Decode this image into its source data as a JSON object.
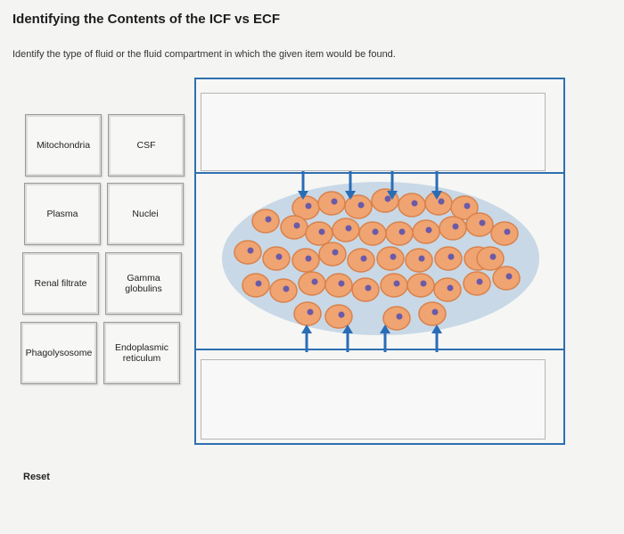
{
  "header": {
    "title": "Identifying the Contents of the ICF vs ECF",
    "instructions": "Identify the type of fluid or the fluid compartment in which the given item would be found."
  },
  "tiles": [
    {
      "label": "Mitochondria"
    },
    {
      "label": "CSF"
    },
    {
      "label": "Plasma"
    },
    {
      "label": "Nuclei"
    },
    {
      "label": "Renal filtrate"
    },
    {
      "label": "Gamma globulins"
    },
    {
      "label": "Phagolysosome"
    },
    {
      "label": "Endoplasmic reticulum"
    }
  ],
  "controls": {
    "reset_label": "Reset"
  },
  "colors": {
    "frame": "#2f6fb0",
    "arrow": "#2a6db5",
    "ecf_fill": "#c8d8e6",
    "cell_fill": "#f0a472",
    "nucleus": "#6a5aa8"
  }
}
